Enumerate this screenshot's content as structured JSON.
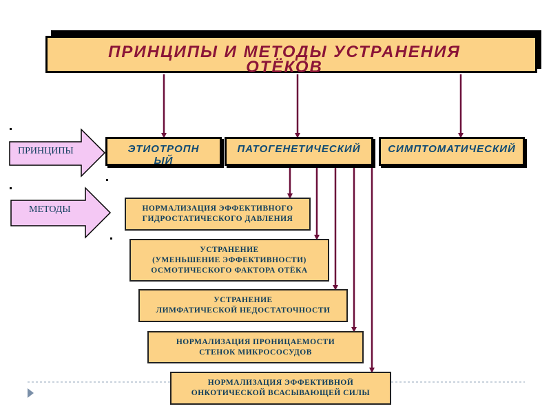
{
  "title": "ПРИНЦИПЫ  И  МЕТОДЫ  УСТРАНЕНИЯ  ОТЁКОВ",
  "labels": {
    "principles": "ПРИНЦИПЫ",
    "methods": "МЕТОДЫ"
  },
  "principles": [
    "ЭТИОТРОПНЫЙ",
    "ПАТОГЕНЕТИЧЕСКИЙ",
    "СИМПТОМАТИЧЕСКИЙ"
  ],
  "methods": [
    "НОРМАЛИЗАЦИЯ ЭФФЕКТИВНОГО\nГИДРОСТАТИЧЕСКОГО ДАВЛЕНИЯ",
    "УСТРАНЕНИЕ\n(УМЕНЬШЕНИЕ  ЭФФЕКТИВНОСТИ)\nОСМОТИЧЕСКОГО ФАКТОРА ОТЁКА",
    "УСТРАНЕНИЕ\nЛИМФАТИЧЕСКОЙ НЕДОСТАТОЧНОСТИ",
    "НОРМАЛИЗАЦИЯ ПРОНИЦАЕМОСТИ\nСТЕНОК МИКРОСОСУДОВ",
    "НОРМАЛИЗАЦИЯ ЭФФЕКТИВНОЙ\nОНКОТИЧЕСКОЙ ВСАСЫВАЮЩЕЙ СИЛЫ"
  ],
  "colors": {
    "box_fill": "#fcd286",
    "title_text": "#8b1538",
    "principle_text": "#0f4a74",
    "arrow": "#6b0f3a",
    "side_arrow_fill": "#f4c8f4"
  }
}
